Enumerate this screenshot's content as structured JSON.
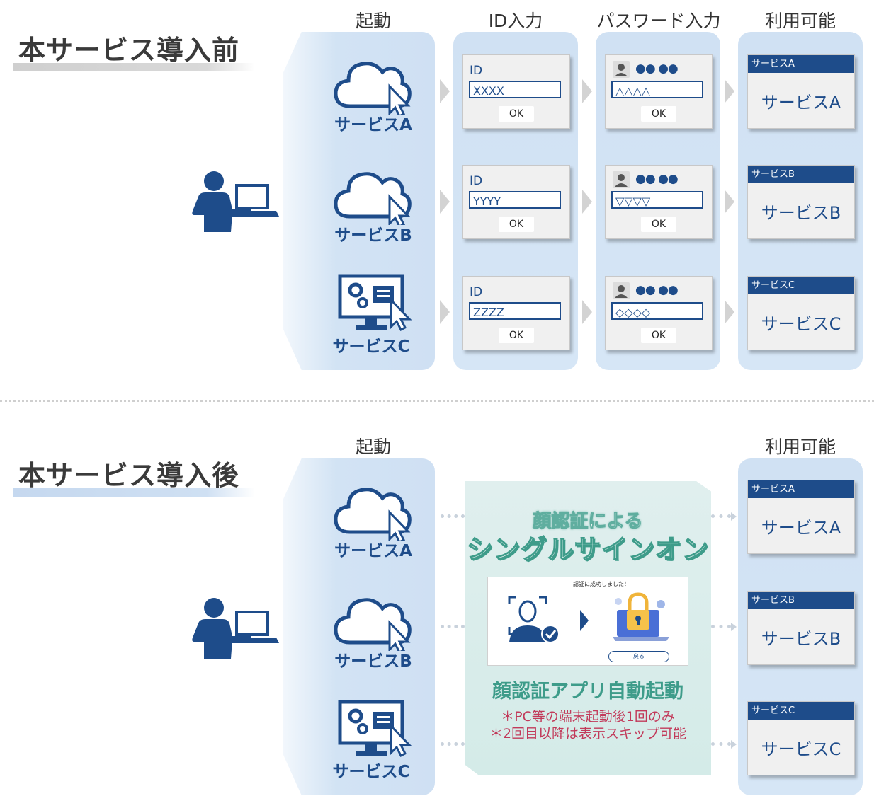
{
  "before": {
    "title": "本サービス導入前",
    "columns": [
      "起動",
      "ID入力",
      "パスワード入力",
      "利用可能"
    ],
    "rows": [
      {
        "service": "サービスA",
        "icon": "cloud-icon",
        "id_value": "XXXX",
        "password_value": "△△△△",
        "id_label": "ID",
        "ok": "OK",
        "dots": "●● ●●",
        "avail_bar": "サービスA",
        "avail_name": "サービスA"
      },
      {
        "service": "サービスB",
        "icon": "cloud-icon",
        "id_value": "YYYY",
        "password_value": "▽▽▽▽",
        "id_label": "ID",
        "ok": "OK",
        "dots": "●● ●●",
        "avail_bar": "サービスB",
        "avail_name": "サービスB"
      },
      {
        "service": "サービスC",
        "icon": "monitor-gear-icon",
        "id_value": "ZZZZ",
        "password_value": "◇◇◇◇",
        "id_label": "ID",
        "ok": "OK",
        "dots": "●● ●●",
        "avail_bar": "サービスC",
        "avail_name": "サービスC"
      }
    ]
  },
  "after": {
    "title": "本サービス導入後",
    "columns": [
      "起動",
      "利用可能"
    ],
    "sso_line1": "顔認証による",
    "sso_line2": "シングルサインオン",
    "screen_caption": "認証に成功しました！",
    "screen_button": "戻る",
    "auto_launch": "顔認証アプリ自動起動",
    "note1": "＊PC等の端末起動後1回のみ",
    "note2": "＊2回目以降は表示スキップ可能",
    "rows": [
      {
        "service": "サービスA",
        "icon": "cloud-icon",
        "avail_bar": "サービスA",
        "avail_name": "サービスA"
      },
      {
        "service": "サービスB",
        "icon": "cloud-icon",
        "avail_bar": "サービスB",
        "avail_name": "サービスB"
      },
      {
        "service": "サービスC",
        "icon": "monitor-gear-icon",
        "avail_bar": "サービスC",
        "avail_name": "サービスC"
      }
    ]
  },
  "colors": {
    "navy": "#1e4c8a",
    "panel": "#d0e1f3",
    "teal": "#3e9c8a",
    "note": "#c23a5a"
  }
}
